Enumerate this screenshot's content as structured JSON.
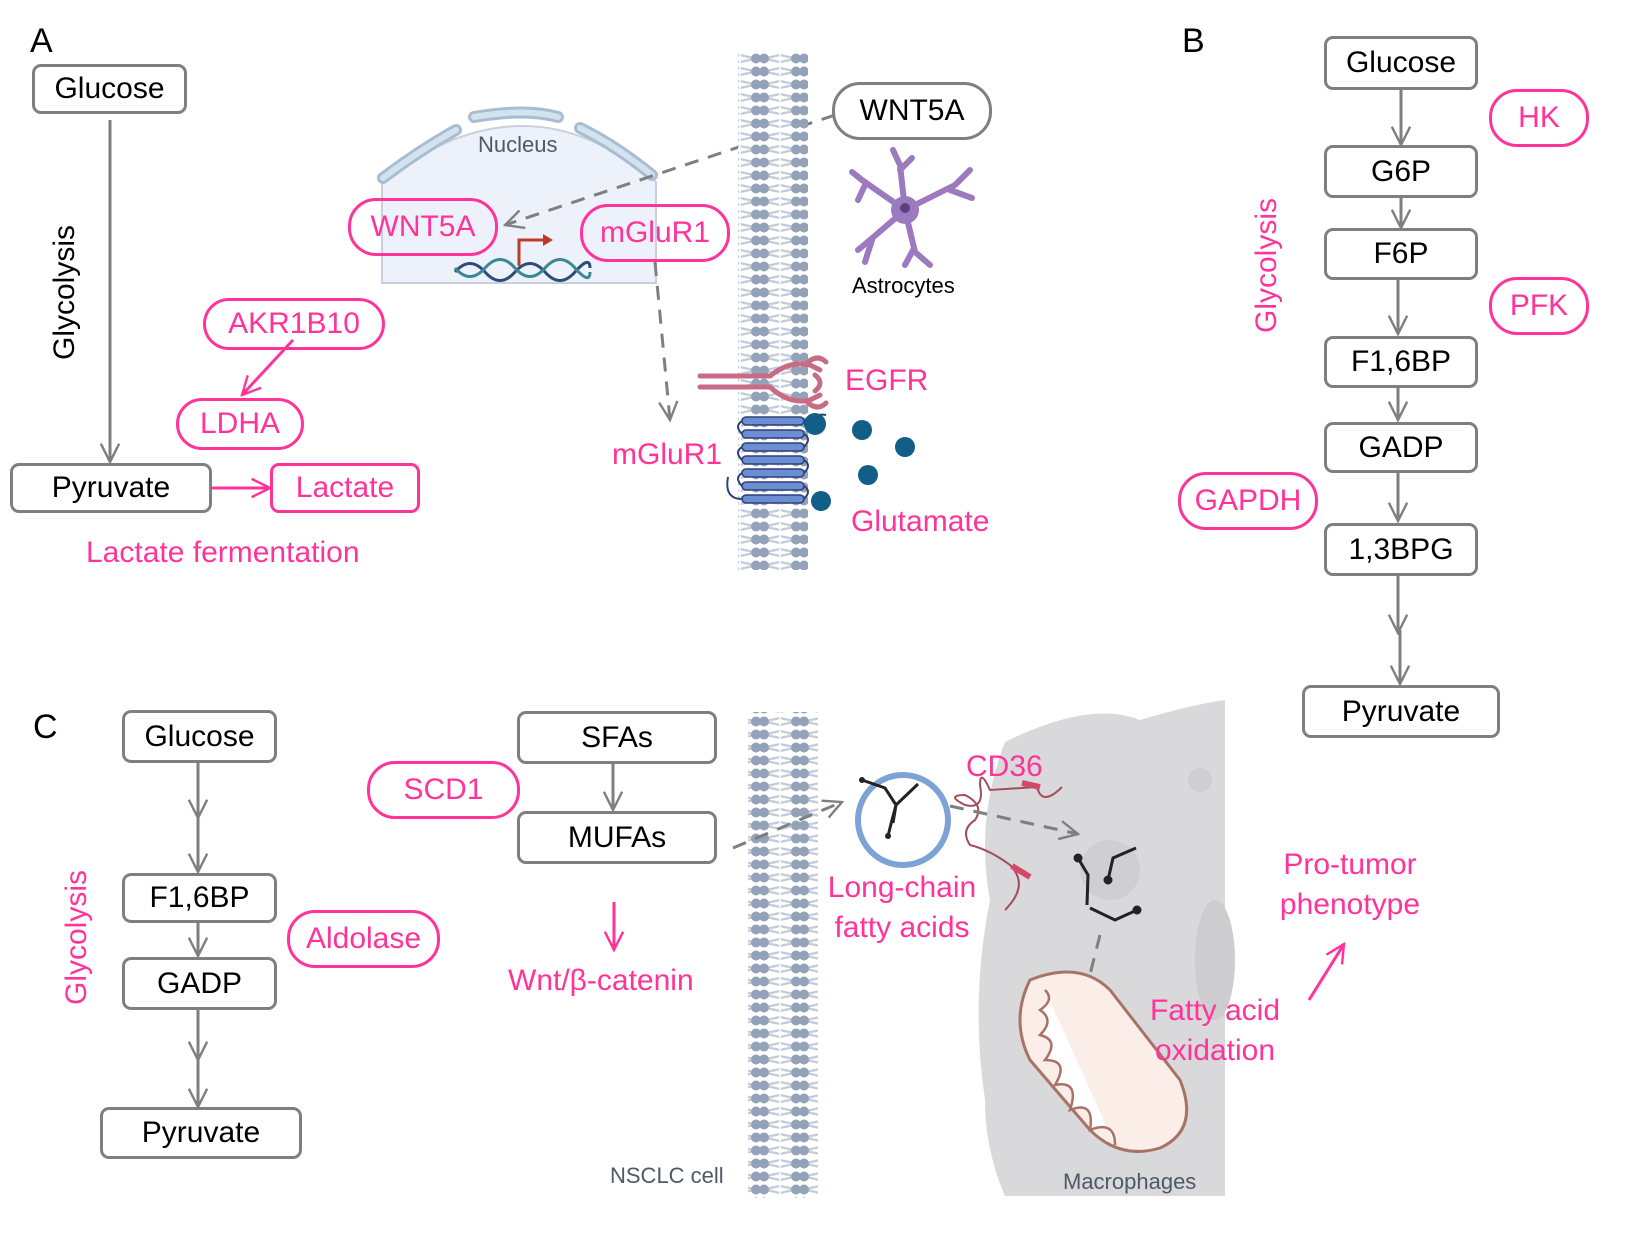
{
  "colors": {
    "accent_pink": "#ff3399",
    "box_border": "#7f7f7f",
    "membrane": "#93a2b8",
    "nucleus_fill": "#edf2fa",
    "astrocyte": "#9b7ac0",
    "glutamate": "#115e86",
    "egfr": "#c86b85",
    "mglur1_receptor": "#6c8fd4",
    "macrophage": "#d9d9db",
    "mitochondria": "#fbeee8"
  },
  "panel_a": {
    "letter": "A",
    "glucose": "Glucose",
    "glycolysis": "Glycolysis",
    "pyruvate": "Pyruvate",
    "lactate": "Lactate",
    "lactate_fermentation": "Lactate fermentation",
    "akr1b10": "AKR1B10",
    "ldha": "LDHA",
    "nucleus": "Nucleus",
    "wnt5a_inner": "WNT5A",
    "mglur1_inner": "mGluR1",
    "wnt5a_outer": "WNT5A",
    "astrocytes": "Astrocytes",
    "egfr": "EGFR",
    "mglur1_membrane": "mGluR1",
    "glutamate": "Glutamate"
  },
  "panel_b": {
    "letter": "B",
    "glycolysis": "Glycolysis",
    "steps": [
      "Glucose",
      "G6P",
      "F6P",
      "F1,6BP",
      "GADP",
      "1,3BPG",
      "Pyruvate"
    ],
    "enzymes": {
      "hk": "HK",
      "pfk": "PFK",
      "gapdh": "GAPDH"
    }
  },
  "panel_c": {
    "letter": "C",
    "glycolysis": "Glycolysis",
    "steps": [
      "Glucose",
      "F1,6BP",
      "GADP",
      "Pyruvate"
    ],
    "aldolase": "Aldolase",
    "sfas": "SFAs",
    "mufas": "MUFAs",
    "scd1": "SCD1",
    "wnt_beta_catenin": "Wnt/β-catenin",
    "long_chain_fatty_acids": [
      "Long-chain",
      "fatty acids"
    ],
    "cd36": "CD36",
    "fatty_acid_oxidation": [
      "Fatty acid",
      "oxidation"
    ],
    "pro_tumor_phenotype": [
      "Pro-tumor",
      "phenotype"
    ],
    "nsclc_cell": "NSCLC cell",
    "macrophages": "Macrophages"
  }
}
